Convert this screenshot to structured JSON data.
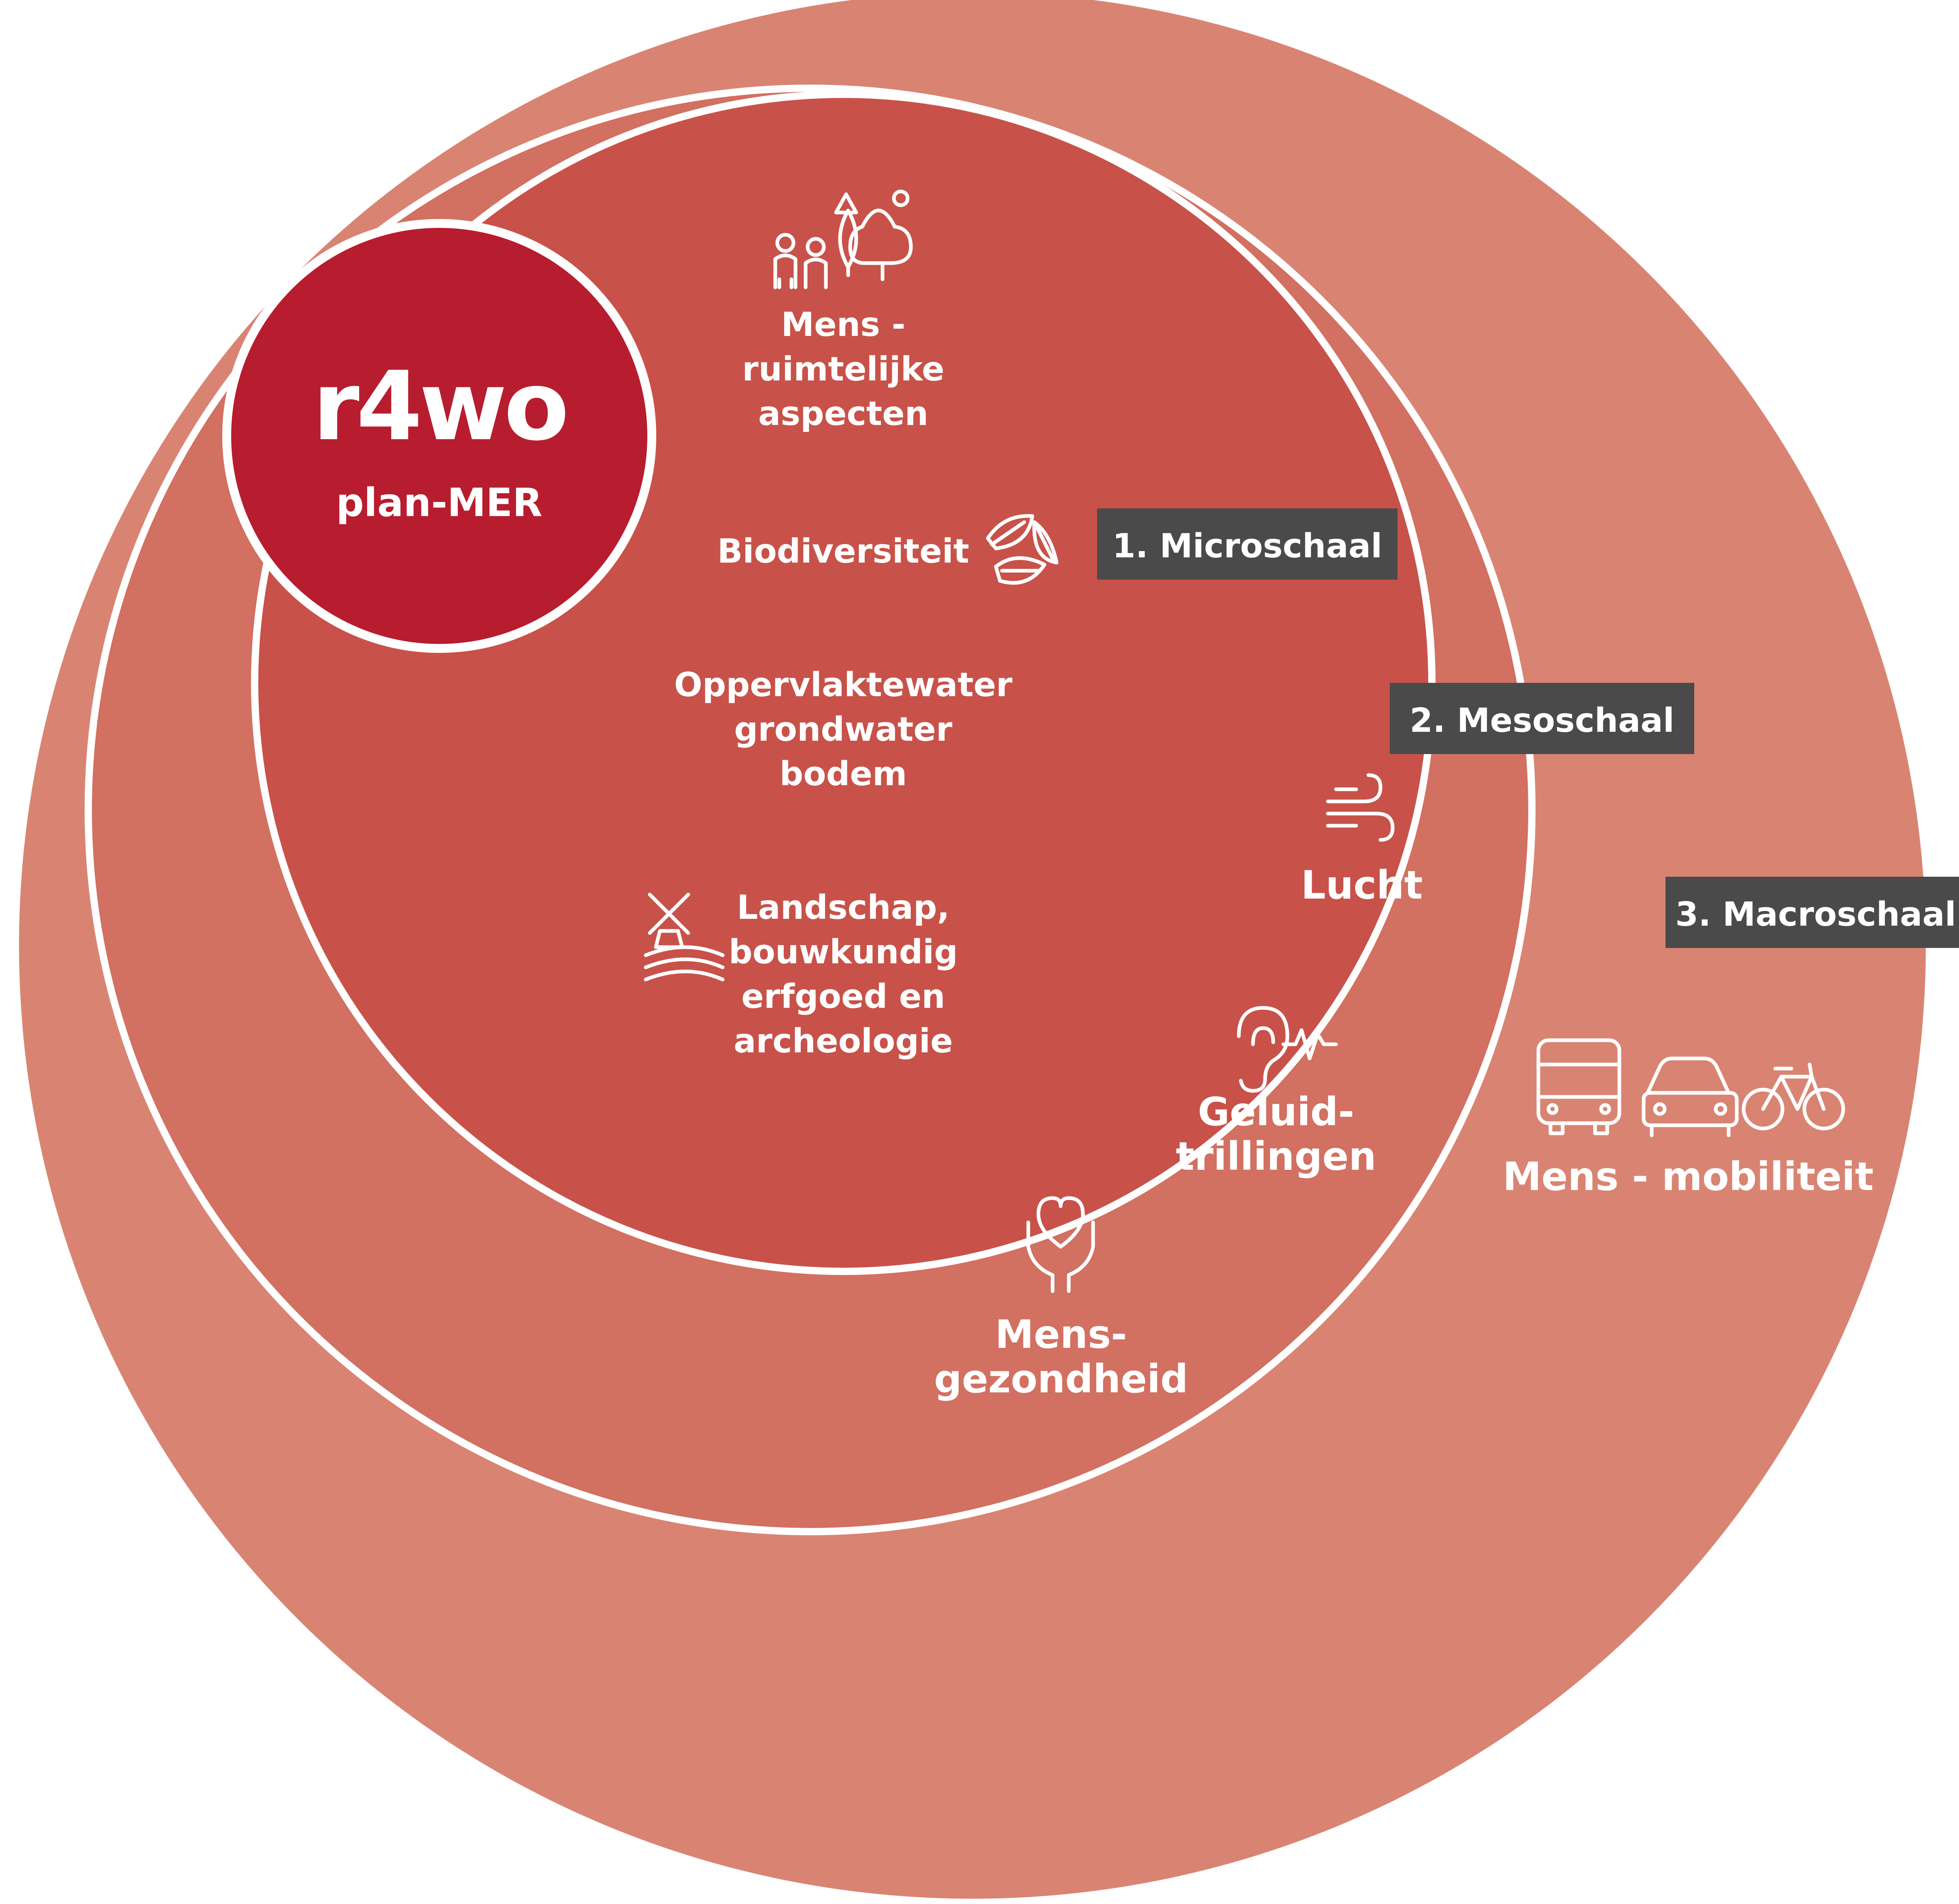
{
  "colors": {
    "macro": "#D98473",
    "meso": "#D27061",
    "micro": "#C85249",
    "core": "#B81C2F",
    "ring": "#FFFFFF",
    "tag": "#4A4A4A"
  },
  "core": {
    "logo": "r4wo",
    "label": "plan-MER"
  },
  "tags": {
    "micro": "1. Microschaal",
    "meso": "2. Mesoschaal",
    "macro": "3. Macroschaal"
  },
  "micro": {
    "mens_ruimte": [
      "Mens -",
      "ruimtelijke",
      "aspecten"
    ],
    "biodiversiteit": "Biodiversiteit",
    "water": [
      "Oppervlaktewater",
      "grondwater",
      "bodem"
    ],
    "landschap": [
      "Landschap,",
      "bouwkundig",
      "erfgoed en",
      "archeologie"
    ]
  },
  "meso": {
    "lucht": "Lucht",
    "geluid": [
      "Geluid-",
      "trillingen"
    ],
    "gezondheid": [
      "Mens-",
      "gezondheid"
    ]
  },
  "macro": {
    "mobiliteit": "Mens - mobiliteit"
  },
  "icons": [
    "people-icon",
    "trees-icon",
    "leaves-icon",
    "windmill-icon",
    "wind-icon",
    "ear-icon",
    "heart-hands-icon",
    "bus-icon",
    "car-icon",
    "bicycle-icon"
  ]
}
